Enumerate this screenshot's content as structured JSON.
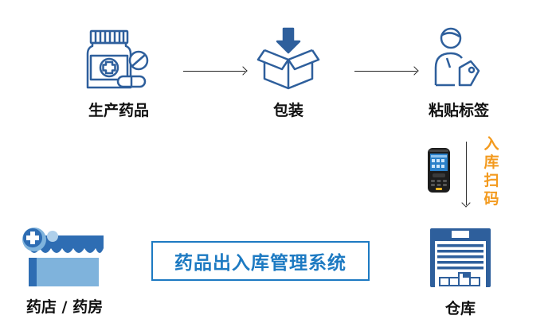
{
  "steps": {
    "produce": "生产药品",
    "pack": "包装",
    "label": "粘贴标签",
    "warehouse": "仓库",
    "pharmacy": "药店 / 药房"
  },
  "scan_text": "入库扫码",
  "system_title": "药品出入库管理系统",
  "colors": {
    "icon_blue": "#2e5f9c",
    "accent_orange": "#f39a1e",
    "system_blue": "#1d7ac2"
  }
}
